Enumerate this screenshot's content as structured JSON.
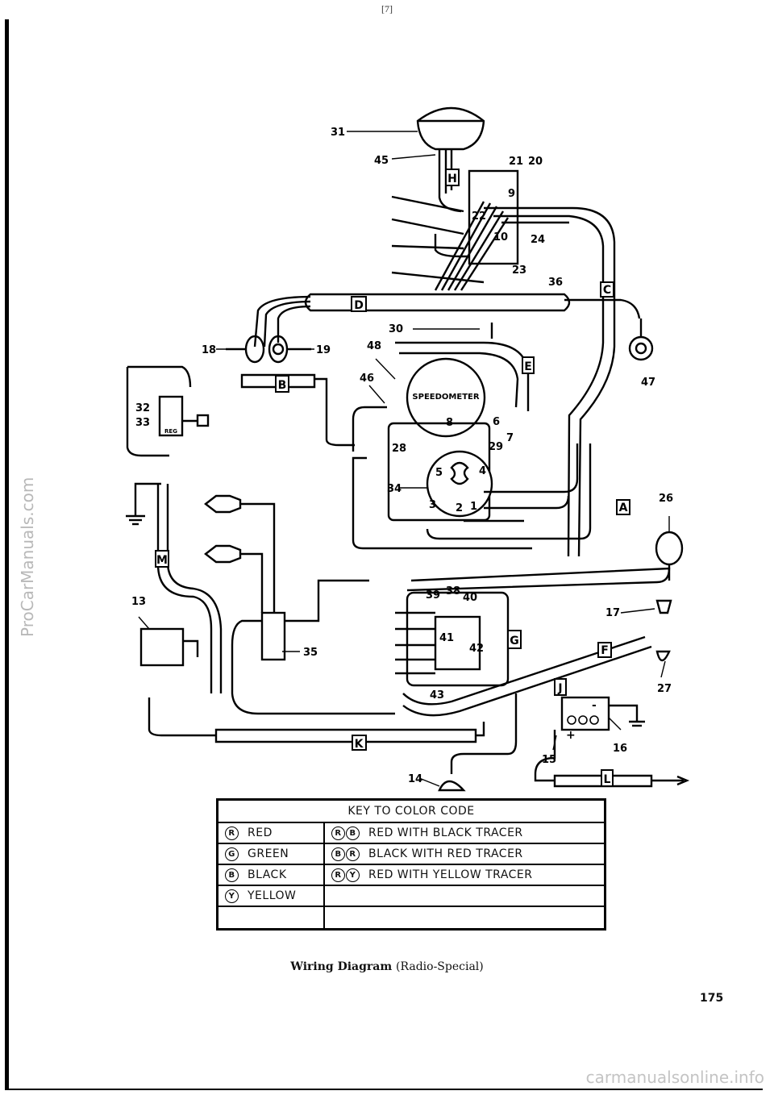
{
  "page": {
    "top_number": "[7]",
    "bottom_number": "175",
    "watermark_left": "ProCarManuals.com",
    "watermark_bottom": "carmanualsonline.info"
  },
  "diagram": {
    "caption": "Wiring Diagram",
    "caption_sub": "(Radio-Special)",
    "speedometer_label": "SPEEDOMETER",
    "reg_label": "REG",
    "numbers": [
      "31",
      "45",
      "21",
      "20",
      "9",
      "22",
      "10",
      "24",
      "23",
      "36",
      "30",
      "18",
      "19",
      "48",
      "46",
      "47",
      "32",
      "33",
      "8",
      "6",
      "7",
      "28",
      "29",
      "5",
      "4",
      "34",
      "3",
      "2",
      "1",
      "26",
      "13",
      "39",
      "38",
      "40",
      "41",
      "42",
      "43",
      "17",
      "35",
      "27",
      "16",
      "15",
      "14"
    ],
    "letters": [
      "H",
      "C",
      "D",
      "E",
      "B",
      "M",
      "A",
      "G",
      "F",
      "J",
      "K",
      "L"
    ],
    "battery_symbols": [
      "-",
      "+"
    ]
  },
  "key": {
    "title": "KEY TO COLOR CODE",
    "rows": [
      {
        "sym": "R",
        "name": "RED",
        "combo": [
          "R",
          "B"
        ],
        "desc": "RED WITH BLACK TRACER"
      },
      {
        "sym": "G",
        "name": "GREEN",
        "combo": [
          "B",
          "R"
        ],
        "desc": "BLACK WITH RED TRACER"
      },
      {
        "sym": "B",
        "name": "BLACK",
        "combo": [
          "R",
          "Y"
        ],
        "desc": "RED WITH YELLOW TRACER"
      },
      {
        "sym": "Y",
        "name": "YELLOW",
        "combo": [],
        "desc": ""
      },
      {
        "sym": "",
        "name": "",
        "combo": [],
        "desc": ""
      }
    ]
  }
}
